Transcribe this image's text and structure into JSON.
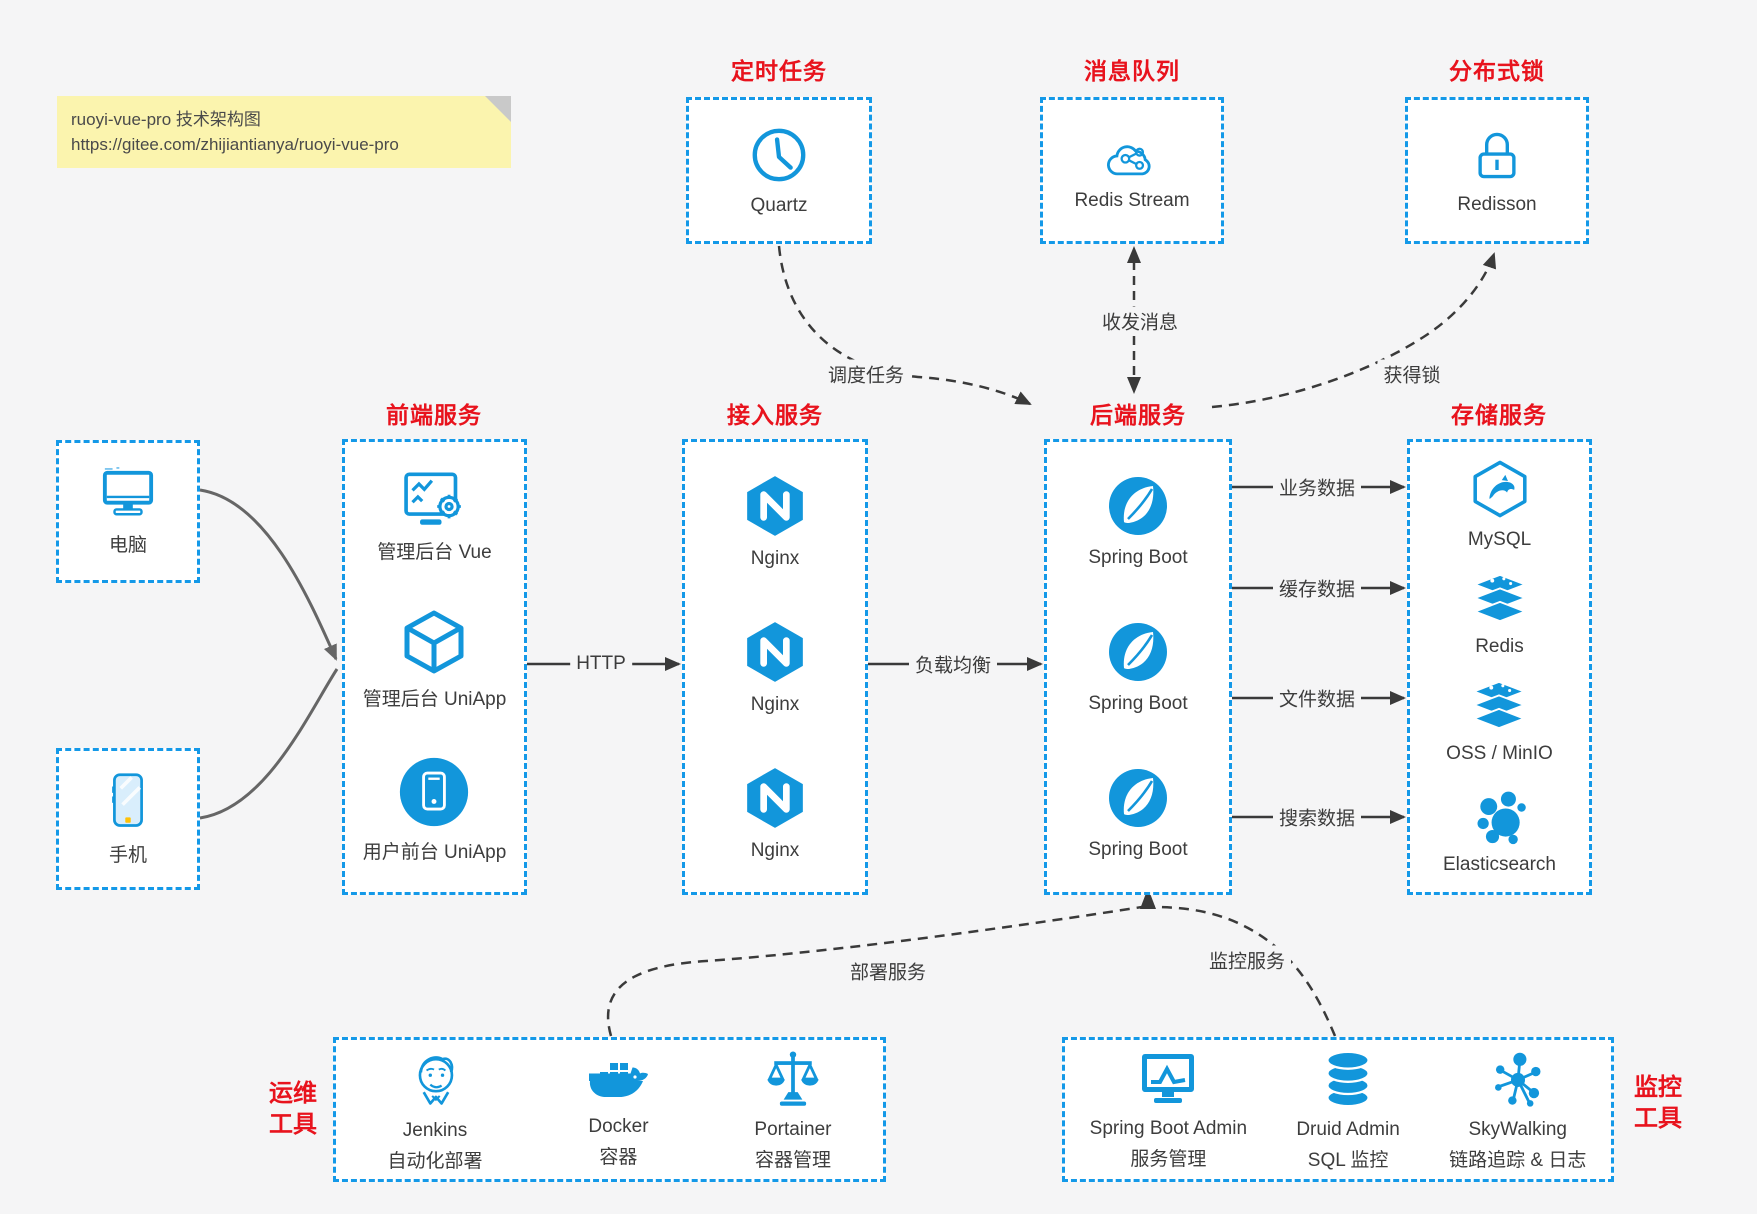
{
  "note": {
    "line1": "ruoyi-vue-pro 技术架构图",
    "line2": "https://gitee.com/zhijiantianya/ruoyi-vue-pro"
  },
  "colors": {
    "accent_blue": "#1296db",
    "border_blue": "#1499e8",
    "title_red": "#e8131d",
    "arrow_dark": "#3a3a3a",
    "connector_gray": "#666666",
    "note_bg": "#fbf4ae",
    "canvas_bg": "#f5f5f6"
  },
  "top_groups": [
    {
      "title": "定时任务",
      "icon": "clock-icon",
      "label": "Quartz"
    },
    {
      "title": "消息队列",
      "icon": "cloud-network-icon",
      "label": "Redis Stream"
    },
    {
      "title": "分布式锁",
      "icon": "lock-icon",
      "label": "Redisson"
    }
  ],
  "clients": [
    {
      "icon": "desktop-icon",
      "label": "电脑"
    },
    {
      "icon": "phone-icon",
      "label": "手机"
    }
  ],
  "columns": [
    {
      "title": "前端服务",
      "items": [
        {
          "icon": "admin-vue-icon",
          "label": "管理后台 Vue"
        },
        {
          "icon": "uniapp-cube-icon",
          "label": "管理后台 UniApp"
        },
        {
          "icon": "user-app-icon",
          "label": "用户前台 UniApp"
        }
      ]
    },
    {
      "title": "接入服务",
      "items": [
        {
          "icon": "nginx-icon",
          "label": "Nginx"
        },
        {
          "icon": "nginx-icon",
          "label": "Nginx"
        },
        {
          "icon": "nginx-icon",
          "label": "Nginx"
        }
      ]
    },
    {
      "title": "后端服务",
      "items": [
        {
          "icon": "spring-icon",
          "label": "Spring Boot"
        },
        {
          "icon": "spring-icon",
          "label": "Spring Boot"
        },
        {
          "icon": "spring-icon",
          "label": "Spring Boot"
        }
      ]
    },
    {
      "title": "存储服务",
      "items": [
        {
          "icon": "mysql-icon",
          "label": "MySQL"
        },
        {
          "icon": "redis-stack-icon",
          "label": "Redis"
        },
        {
          "icon": "redis-stack-icon",
          "label": "OSS / MinIO"
        },
        {
          "icon": "elasticsearch-icon",
          "label": "Elasticsearch"
        }
      ]
    }
  ],
  "edges": {
    "http": "HTTP",
    "load_balance": "负载均衡",
    "business": "业务数据",
    "cache": "缓存数据",
    "file": "文件数据",
    "search": "搜索数据",
    "schedule": "调度任务",
    "message": "收发消息",
    "acquire_lock": "获得锁",
    "deploy": "部署服务",
    "monitor": "监控服务"
  },
  "bottom_groups": [
    {
      "side_label": [
        "运维",
        "工具"
      ],
      "items": [
        {
          "icon": "jenkins-icon",
          "name": "Jenkins",
          "desc": "自动化部署"
        },
        {
          "icon": "docker-icon",
          "name": "Docker",
          "desc": "容器"
        },
        {
          "icon": "portainer-icon",
          "name": "Portainer",
          "desc": "容器管理"
        }
      ]
    },
    {
      "side_label": [
        "监控",
        "工具"
      ],
      "items": [
        {
          "icon": "sba-icon",
          "name": "Spring Boot Admin",
          "desc": "服务管理"
        },
        {
          "icon": "druid-icon",
          "name": "Druid Admin",
          "desc": "SQL 监控"
        },
        {
          "icon": "skywalking-icon",
          "name": "SkyWalking",
          "desc": "链路追踪 & 日志"
        }
      ]
    }
  ]
}
